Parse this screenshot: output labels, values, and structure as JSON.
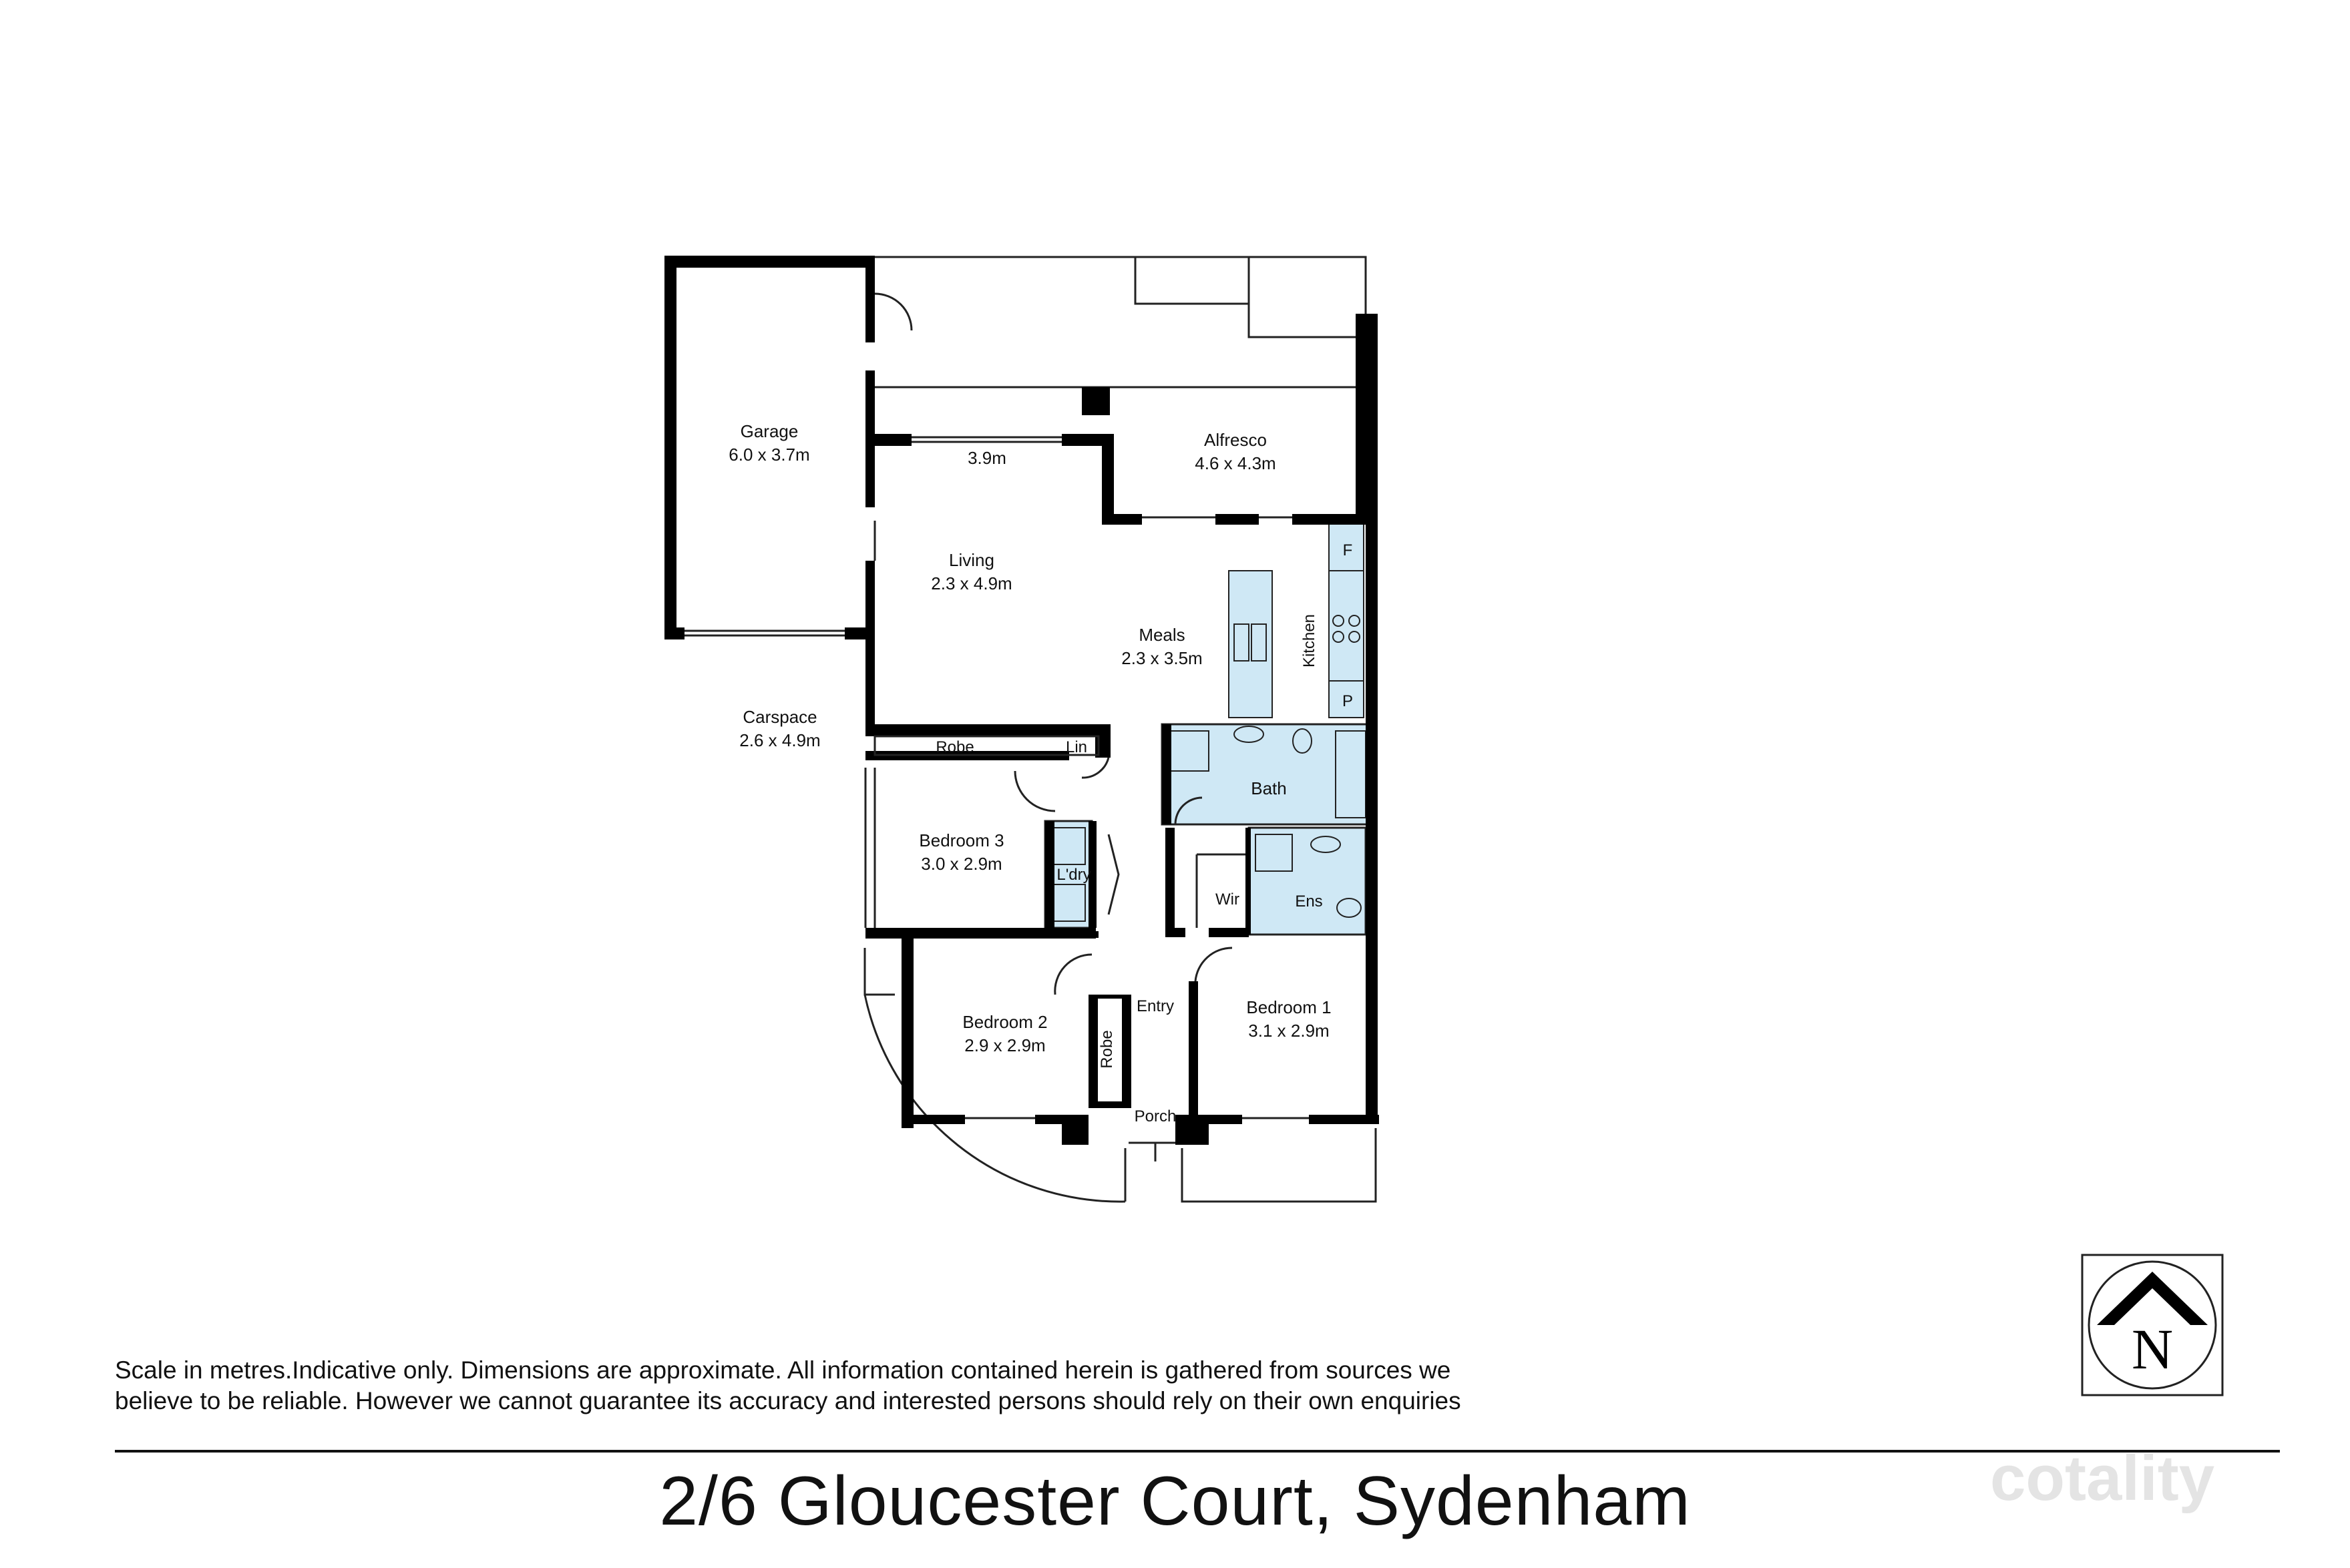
{
  "rooms": {
    "garage": {
      "label": "Garage",
      "dims": "6.0 x 3.7m"
    },
    "alfresco": {
      "label": "Alfresco",
      "dims": "4.6 x 4.3m"
    },
    "passage_dim": "3.9m",
    "living": {
      "label": "Living",
      "dims": "2.3 x 4.9m"
    },
    "meals": {
      "label": "Meals",
      "dims": "2.3 x 3.5m"
    },
    "kitchen": {
      "label": "Kitchen"
    },
    "fridge": "F",
    "pantry": "P",
    "carspace": {
      "label": "Carspace",
      "dims": "2.6 x 4.9m"
    },
    "robe3": "Robe",
    "lin": "Lin",
    "bath": "Bath",
    "bedroom3": {
      "label": "Bedroom 3",
      "dims": "3.0 x 2.9m"
    },
    "laundry": "L'dry",
    "wir": "Wir",
    "ens": "Ens",
    "entry": "Entry",
    "bedroom1": {
      "label": "Bedroom 1",
      "dims": "3.1 x 2.9m"
    },
    "bedroom2": {
      "label": "Bedroom 2",
      "dims": "2.9 x 2.9m"
    },
    "robe2": "Robe",
    "porch": "Porch"
  },
  "compass": {
    "letter": "N"
  },
  "disclaimer": {
    "line1": "Scale in metres.Indicative only. Dimensions are approximate. All information contained herein is gathered from sources we",
    "line2": "believe to be reliable. However we cannot guarantee its accuracy and interested persons should rely on their own enquiries"
  },
  "address": "2/6 Gloucester Court, Sydenham",
  "logo_text": "cotality",
  "colors": {
    "wet_area": "#cfe8f5",
    "wall": "#000000"
  }
}
